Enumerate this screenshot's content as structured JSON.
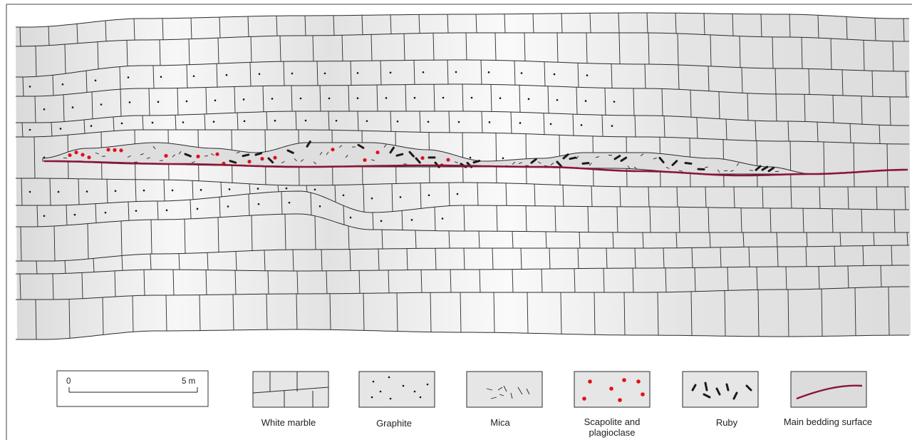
{
  "figure": {
    "scale_bar": {
      "start_label": "0",
      "end_label": "5 m"
    },
    "legend": [
      {
        "key": "white-marble",
        "label": "White marble"
      },
      {
        "key": "graphite",
        "label": "Graphite"
      },
      {
        "key": "mica",
        "label": "Mica"
      },
      {
        "key": "scapolite",
        "label": "Scapolite and plagioclase"
      },
      {
        "key": "ruby",
        "label": "Ruby"
      },
      {
        "key": "bedding",
        "label": "Main bedding surface"
      }
    ],
    "colors": {
      "marble_fill": "#e9e9e9",
      "marble_highlight": "#fbfbfb",
      "outline": "#2a2a2a",
      "lens_fill": "#dedede",
      "scapolite_dot": "#e0101b",
      "ruby": "#1a1a1a",
      "bedding_line": "#8a1538"
    }
  }
}
